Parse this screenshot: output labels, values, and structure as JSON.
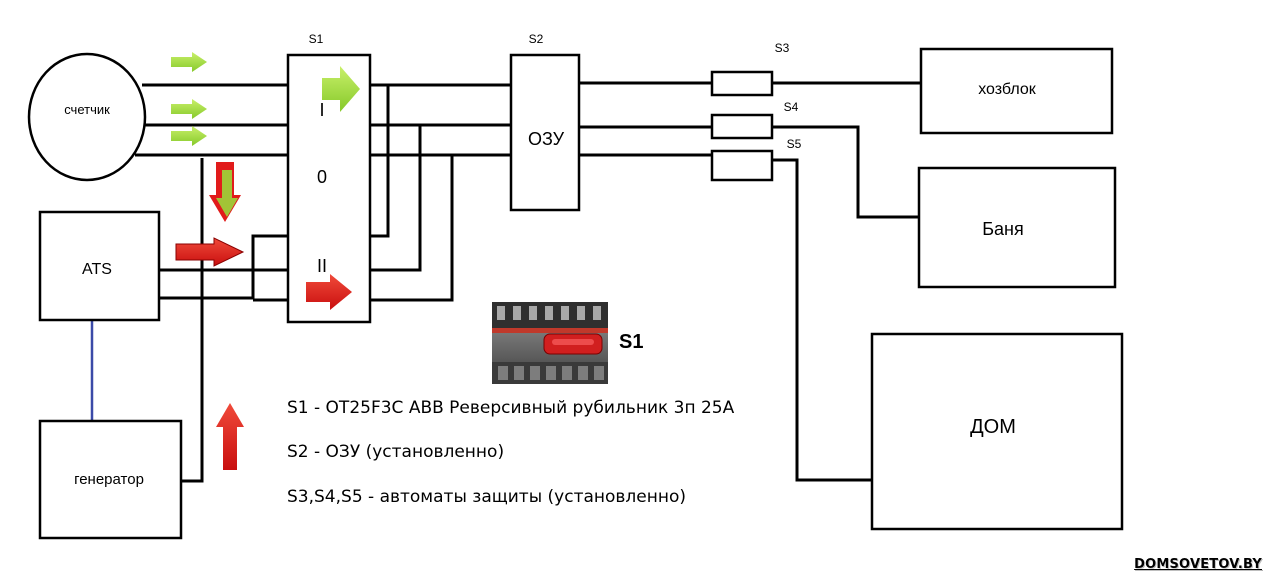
{
  "labels": {
    "meter": "счетчик",
    "ats": "ATS",
    "generator": "генератор",
    "s1_title": "S1",
    "s2_title": "S2",
    "s3_title": "S3",
    "s4_title": "S4",
    "s5_title": "S5",
    "pos_1": "I",
    "pos_0": "0",
    "pos_2": "II",
    "ozu": "ОЗУ",
    "hozblok": "хозблок",
    "banya": "Баня",
    "dom": "ДОМ",
    "photo_label": "S1"
  },
  "legend": [
    "S1 - ОТ25F3C ABB Реверсивный рубильник 3п 25А",
    "S2 - ОЗУ (установленно)",
    "S3,S4,S5 - автоматы защиты (установленно)"
  ],
  "watermark": "DOMSOVETOV.BY",
  "colors": {
    "arrow_green": "#9bd63a",
    "arrow_red": "#e11b1b",
    "ats_generator_link": "#3b4aa8"
  }
}
